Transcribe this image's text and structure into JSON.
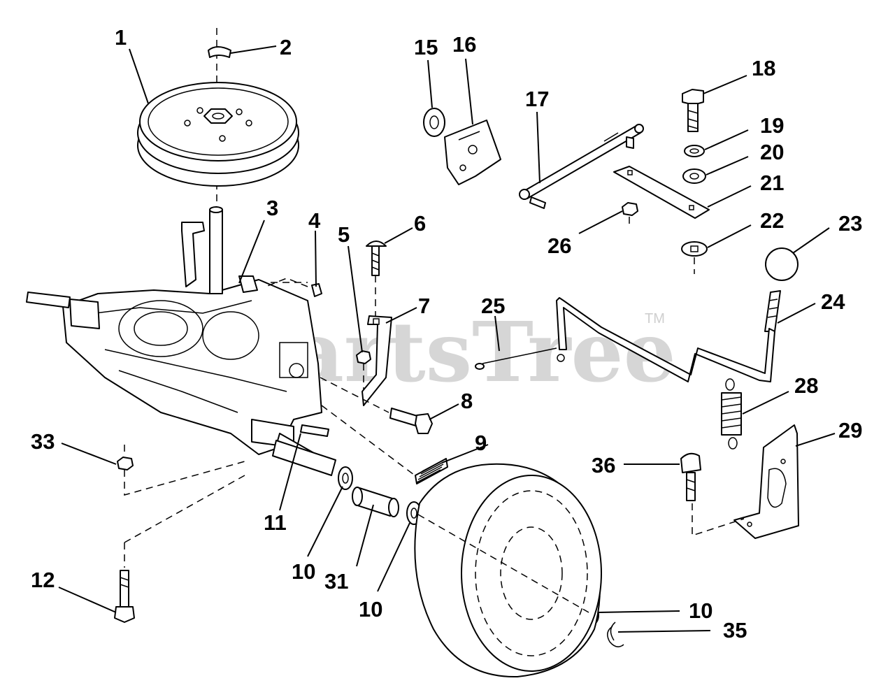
{
  "watermark": {
    "text": "PartsTree",
    "tm": "TM"
  },
  "callouts": {
    "c1": "1",
    "c2": "2",
    "c3": "3",
    "c4": "4",
    "c5": "5",
    "c6": "6",
    "c7": "7",
    "c8": "8",
    "c9": "9",
    "c10a": "10",
    "c10b": "10",
    "c10c": "10",
    "c11": "11",
    "c12": "12",
    "c15": "15",
    "c16": "16",
    "c17": "17",
    "c18": "18",
    "c19": "19",
    "c20": "20",
    "c21": "21",
    "c22": "22",
    "c23": "23",
    "c24": "24",
    "c25": "25",
    "c26": "26",
    "c28": "28",
    "c29": "29",
    "c31": "31",
    "c33": "33",
    "c35": "35",
    "c36": "36"
  }
}
